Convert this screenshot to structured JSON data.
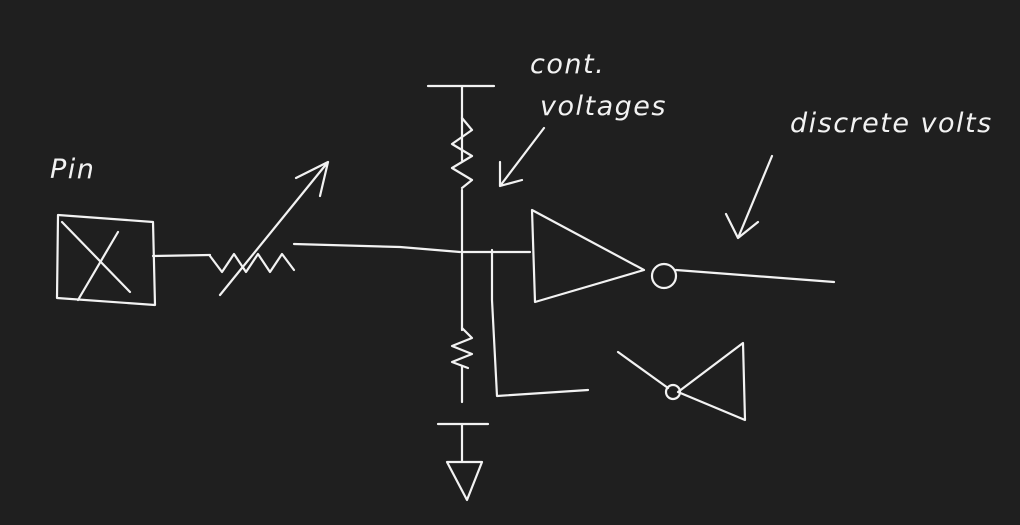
{
  "canvas": {
    "background": "#1f1f1f",
    "ink_color": "#f2f2f2"
  },
  "labels": {
    "pin": "Pin",
    "cont_line1": "cont.",
    "cont_line2": "voltages",
    "discrete": "discrete volts"
  }
}
